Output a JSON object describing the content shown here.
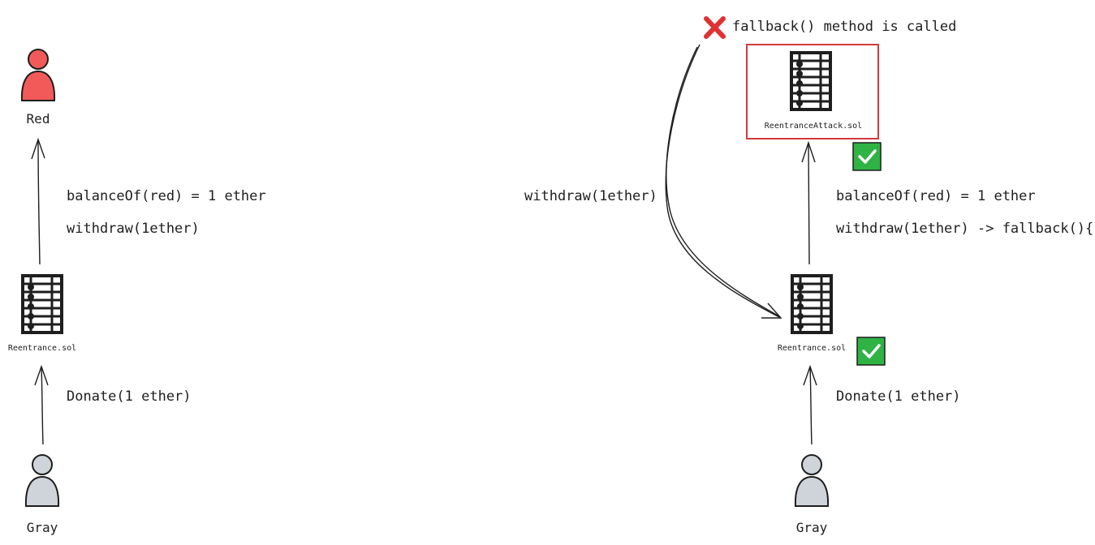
{
  "left": {
    "top_person": {
      "label": "Red",
      "color": "#f25a5a"
    },
    "arrow_labels": [
      "balanceOf(red) = 1 ether",
      "withdraw(1ether)"
    ],
    "contract": {
      "label": "Reentrance.sol"
    },
    "donate_label": "Donate(1 ether)",
    "bottom_person": {
      "label": "Gray",
      "color": "#ced4da"
    }
  },
  "right": {
    "fallback_label": "fallback() method is called",
    "attack_contract": {
      "label": "ReentranceAttack.sol",
      "border_color": "#d13b3b"
    },
    "arrow_labels": [
      "balanceOf(red) = 1 ether",
      "withdraw(1ether) -> fallback(){.."
    ],
    "withdraw_label": "withdraw(1ether)",
    "contract": {
      "label": "Reentrance.sol"
    },
    "donate_label": "Donate(1 ether)",
    "bottom_person": {
      "label": "Gray",
      "color": "#ced4da"
    }
  },
  "colors": {
    "ink": "#1e1e1e",
    "check_bg": "#2fb344",
    "cross": "#e03131"
  }
}
